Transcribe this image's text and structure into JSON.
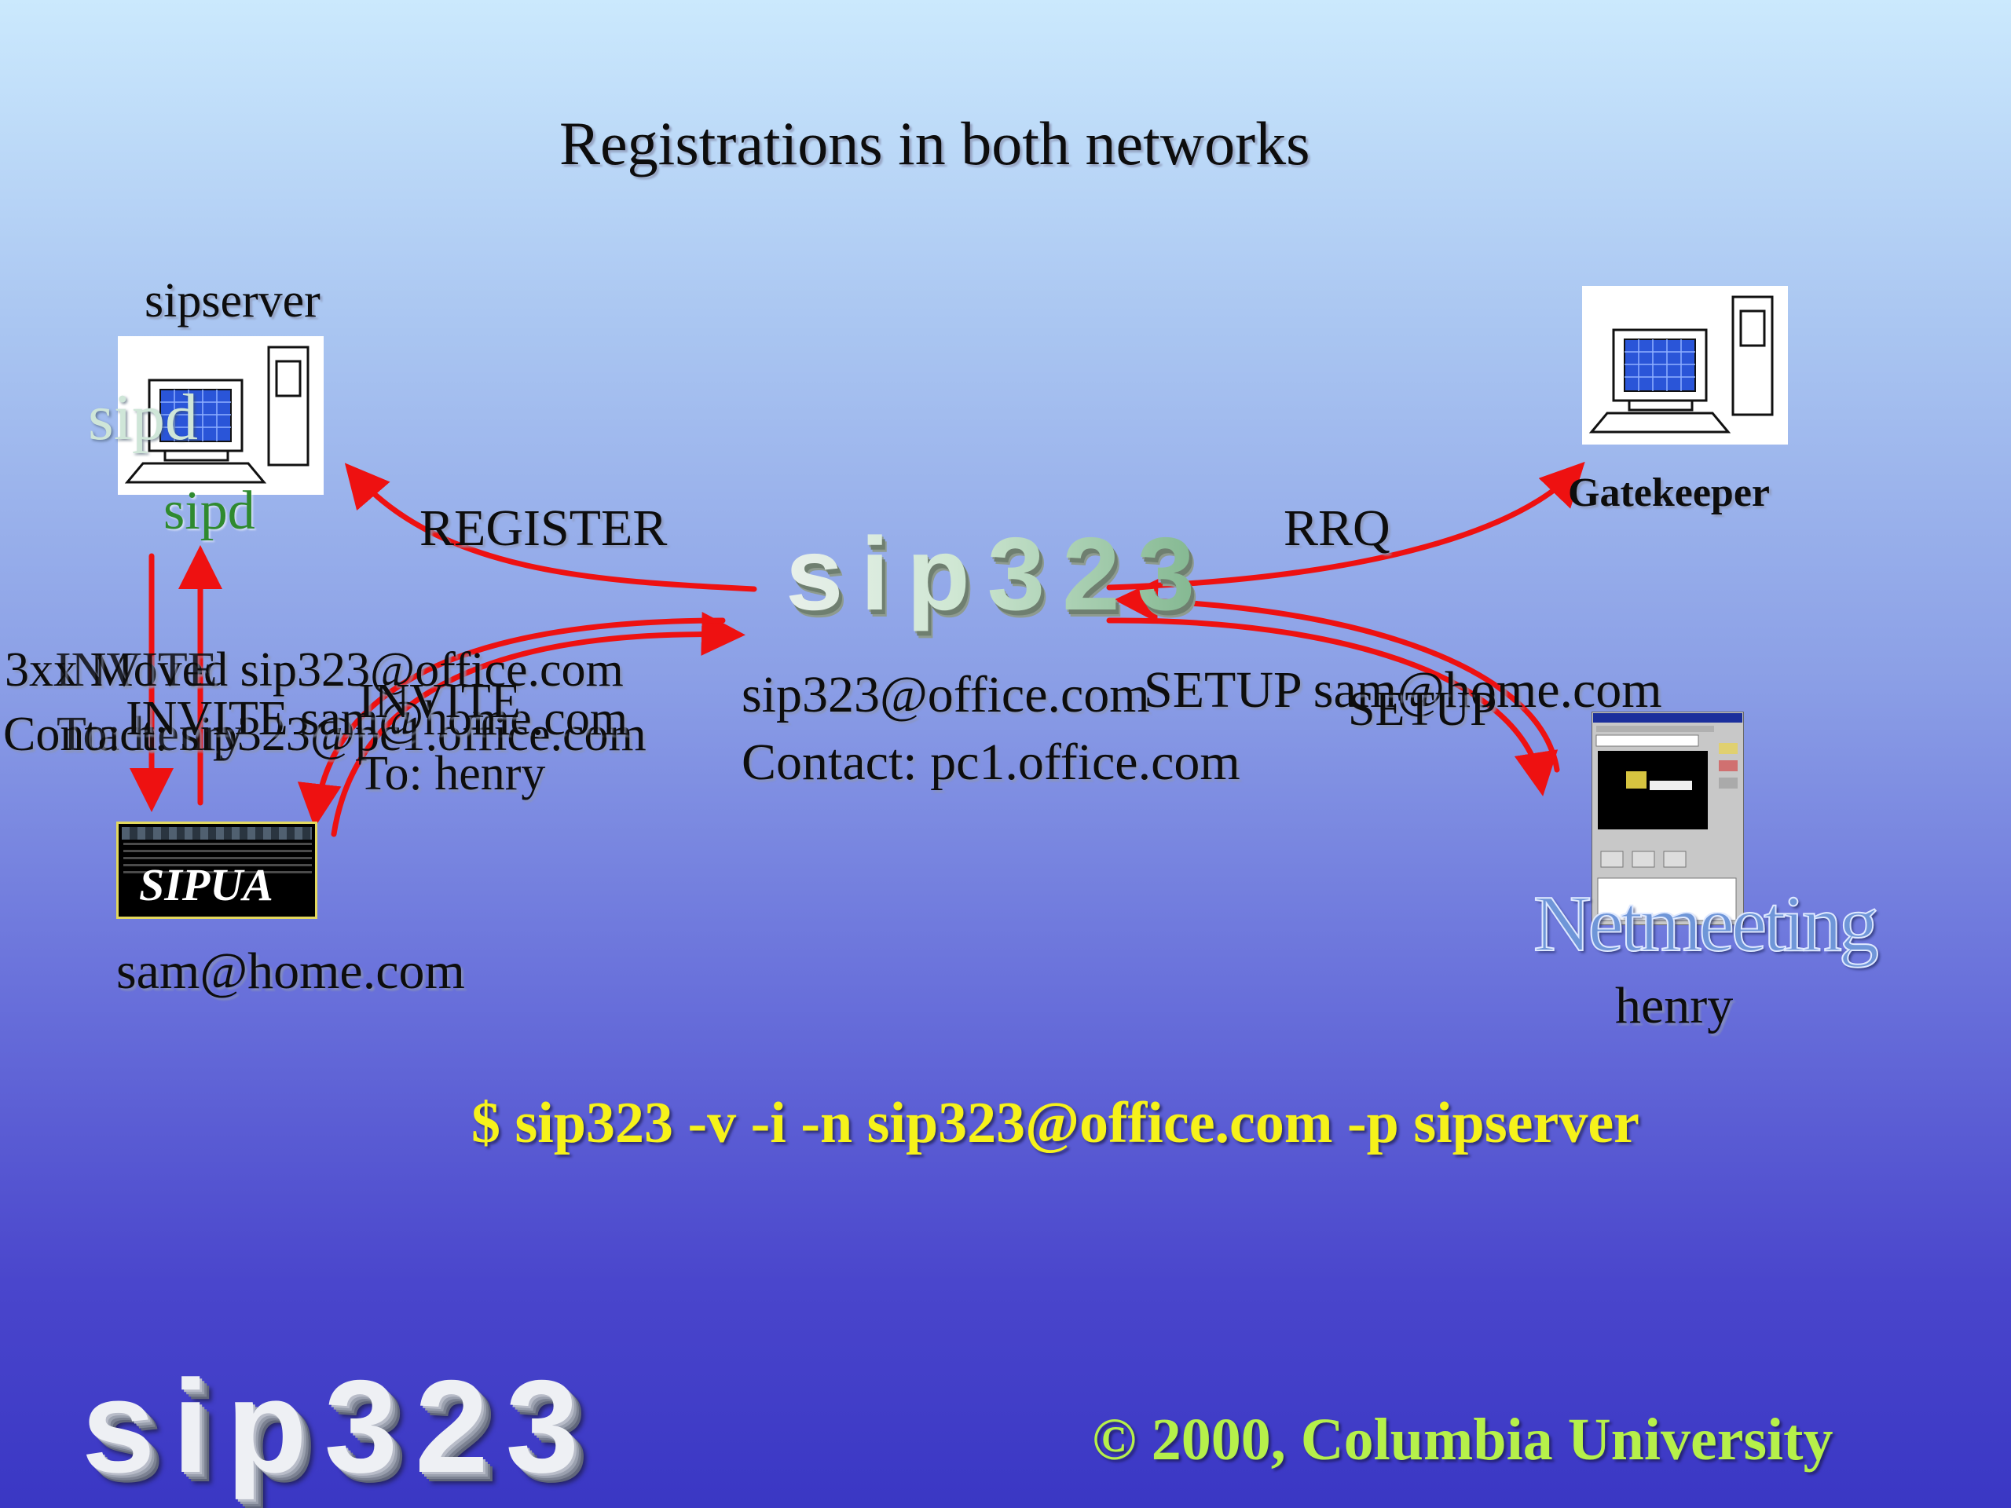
{
  "title": "Registrations in both networks",
  "nodes": {
    "sipserver_label": "sipserver",
    "sipd_overlay": "sipd",
    "sipd_label": "sipd",
    "gatekeeper_label": "Gatekeeper",
    "sipua_label": "SIPUA",
    "sam_address": "sam@home.com",
    "netmeeting_logo": "Netmeeting",
    "henry_label": "henry",
    "center_logo": "sip323",
    "center_address": "sip323@office.com",
    "center_contact": "Contact: pc1.office.com"
  },
  "arrows": {
    "register": "REGISTER",
    "rrq": "RRQ",
    "setup_main": "SETUP sam@home.com",
    "setup_overlay": "SETUP",
    "left_3xx": "3xx Moved sip323@office.com",
    "left_contact": "Contact: sip323@pc1.office.com",
    "left_invite_ghost_1": "INVITE",
    "left_invite_ghost_2": "To: henry",
    "invite_sam": "INVITE sam@home.com",
    "invite_mid": "INVITE",
    "to_henry": "To: henry"
  },
  "command": "$ sip323  -v -i  -n sip323@office.com -p sipserver",
  "footer": {
    "logo": "sip323",
    "copyright": "© 2000, Columbia University"
  },
  "colors": {
    "arrow": "#ee1111",
    "command": "#f6f21a",
    "copyright": "#b6f04a",
    "sipd_green": "#2f8a2f"
  }
}
